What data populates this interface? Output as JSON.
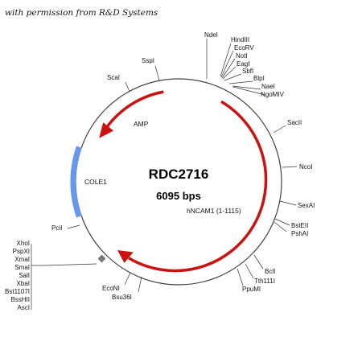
{
  "credit": "with permission from R&D Systems",
  "plasmid": {
    "name": "RDC2716",
    "size": "6095 bps"
  },
  "features": {
    "amp": "AMP",
    "cole1": "COLE1",
    "hncam1": "hNCAM1 (1-1115)"
  },
  "sites": {
    "ndei": "NdeI",
    "hindiii": "HindIII",
    "ecorv": "EcoRV",
    "noti": "NotI",
    "eagi": "EagI",
    "sbfi": "SbfI",
    "blpi": "BlpI",
    "naei": "NaeI",
    "ngomiv": "NgoMIV",
    "sspi": "SspI",
    "scai": "ScaI",
    "sacii": "SacII",
    "ncoi": "NcoI",
    "sexai": "SexAI",
    "bsteii": "BstEII",
    "pshai": "PshAI",
    "bcli": "BclI",
    "tth111i": "Tth111I",
    "ppumi": "PpuMI",
    "econi": "EcoNI",
    "bsu36i": "Bsu36I",
    "pcii": "PciI"
  },
  "mcs_sites": [
    "XhoI",
    "PspXI",
    "XmaI",
    "SmaI",
    "SalI",
    "XbaI",
    "Bst1107I",
    "BssHII",
    "AscI"
  ],
  "colors": {
    "backbone": "#404040",
    "insert_arrow": "#cc1111",
    "amp_arrow": "#cc1111",
    "cole1": "#6699ee"
  }
}
